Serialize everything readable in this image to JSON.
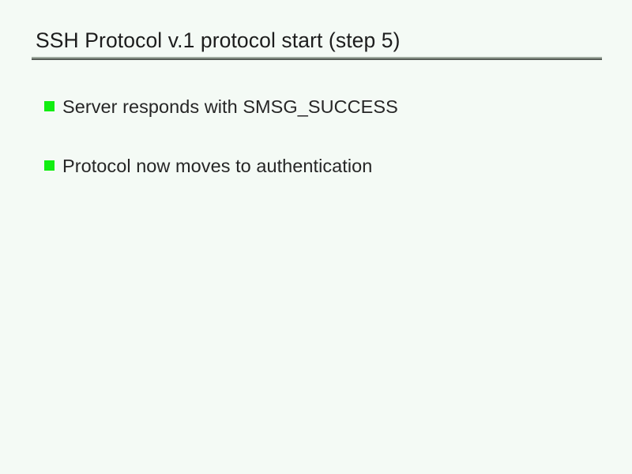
{
  "slide": {
    "title": "SSH Protocol v.1 protocol start (step 5)",
    "bullets": [
      {
        "marker": "green-square-bullet-icon",
        "text": "Server responds with SMSG_SUCCESS"
      },
      {
        "marker": "green-square-bullet-icon",
        "text": "Protocol now moves to authentication"
      }
    ],
    "colors": {
      "background": "#f4faf5",
      "title_text": "#1d1d1d",
      "body_text": "#262626",
      "bullet_green": "#11ee11",
      "rule_light": "#9faa9f",
      "rule_dark": "#555b55"
    }
  }
}
